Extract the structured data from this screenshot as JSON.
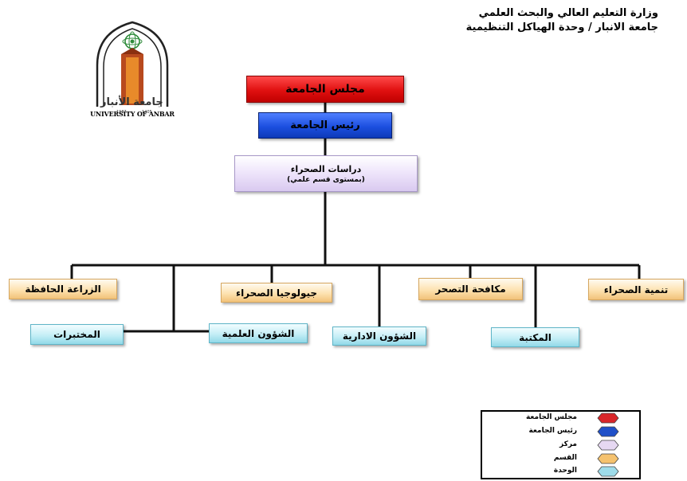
{
  "header": {
    "line1": "وزارة التعليم العالي والبحث العلمي",
    "line2": "جامعة الانبار / وحدة الهياكل التنظيمية"
  },
  "logo": {
    "text": "UNIVERSITY OF ANBAR",
    "year_left": "1987",
    "year_right": "1405",
    "arabic": "جامعة الأنبار"
  },
  "chart": {
    "council": "مجلس الجامعة",
    "president": "رئيس الجامعة",
    "center": {
      "title": "دراسات الصحراء",
      "subtitle": "(بمستوى قسم علمي)"
    },
    "departments": [
      "تنمية الصحراء",
      "مكافحة التصحر",
      "جيولوجيا الصحراء",
      "الزراعة الحافظة"
    ],
    "units": [
      "المكتبة",
      "الشؤون الادارية",
      "الشؤون العلمية",
      "المختبرات"
    ]
  },
  "legend": {
    "items": [
      {
        "label": "مجلس الجامعة",
        "color": "#d9262a"
      },
      {
        "label": "رئيس الجامعة",
        "color": "#2050c8"
      },
      {
        "label": "مركز",
        "color": "#e6d8f2"
      },
      {
        "label": "القسم",
        "color": "#f5c26e"
      },
      {
        "label": "الوحدة",
        "color": "#9edcea"
      }
    ]
  }
}
